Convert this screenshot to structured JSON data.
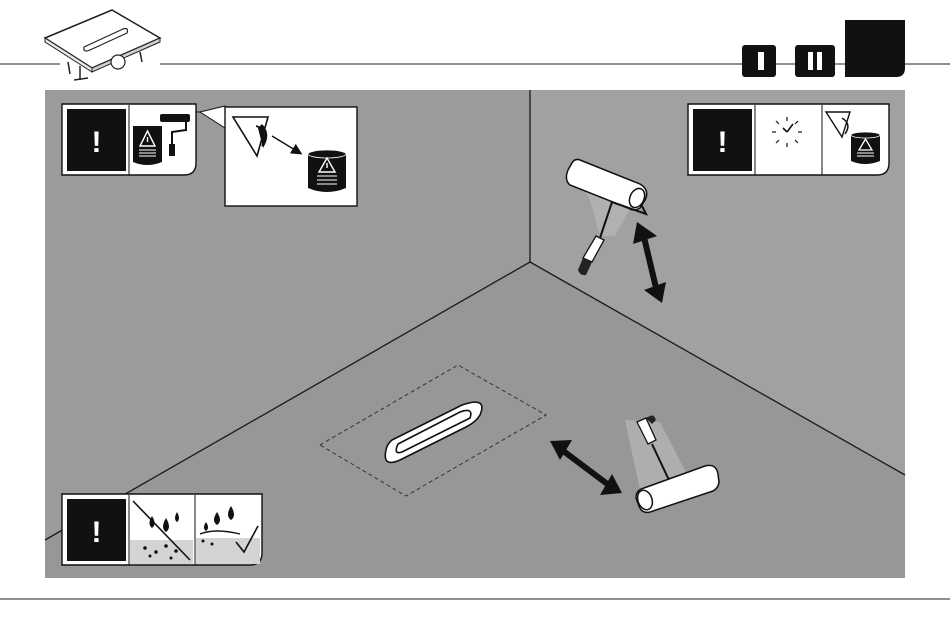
{
  "header": {
    "product_thumbnail": "shower-tray-icon",
    "steps": [
      {
        "label": "I",
        "state": "done"
      },
      {
        "label": "II",
        "state": "done"
      },
      {
        "label": "",
        "state": "current"
      }
    ]
  },
  "scene": {
    "background_color": "#9a9a9a",
    "floor_color": "#979797",
    "wall_color": "#a0a0a0",
    "line_color": "#1a1a1a"
  },
  "notices": [
    {
      "name": "primer-notice",
      "icons": [
        "exclamation-icon",
        "primer-can-roller-icon"
      ]
    },
    {
      "name": "eye-read-label-notice",
      "icons": [
        "eye-icon",
        "primer-can-icon"
      ]
    },
    {
      "name": "drying-time-notice",
      "icons": [
        "exclamation-icon",
        "clock-icon",
        "eye-can-icon"
      ]
    },
    {
      "name": "dry-surface-notice",
      "icons": [
        "exclamation-icon",
        "no-water-icon",
        "water-absorbed-check-icon"
      ]
    }
  ],
  "notice_text": {
    "exclamation": "!"
  }
}
